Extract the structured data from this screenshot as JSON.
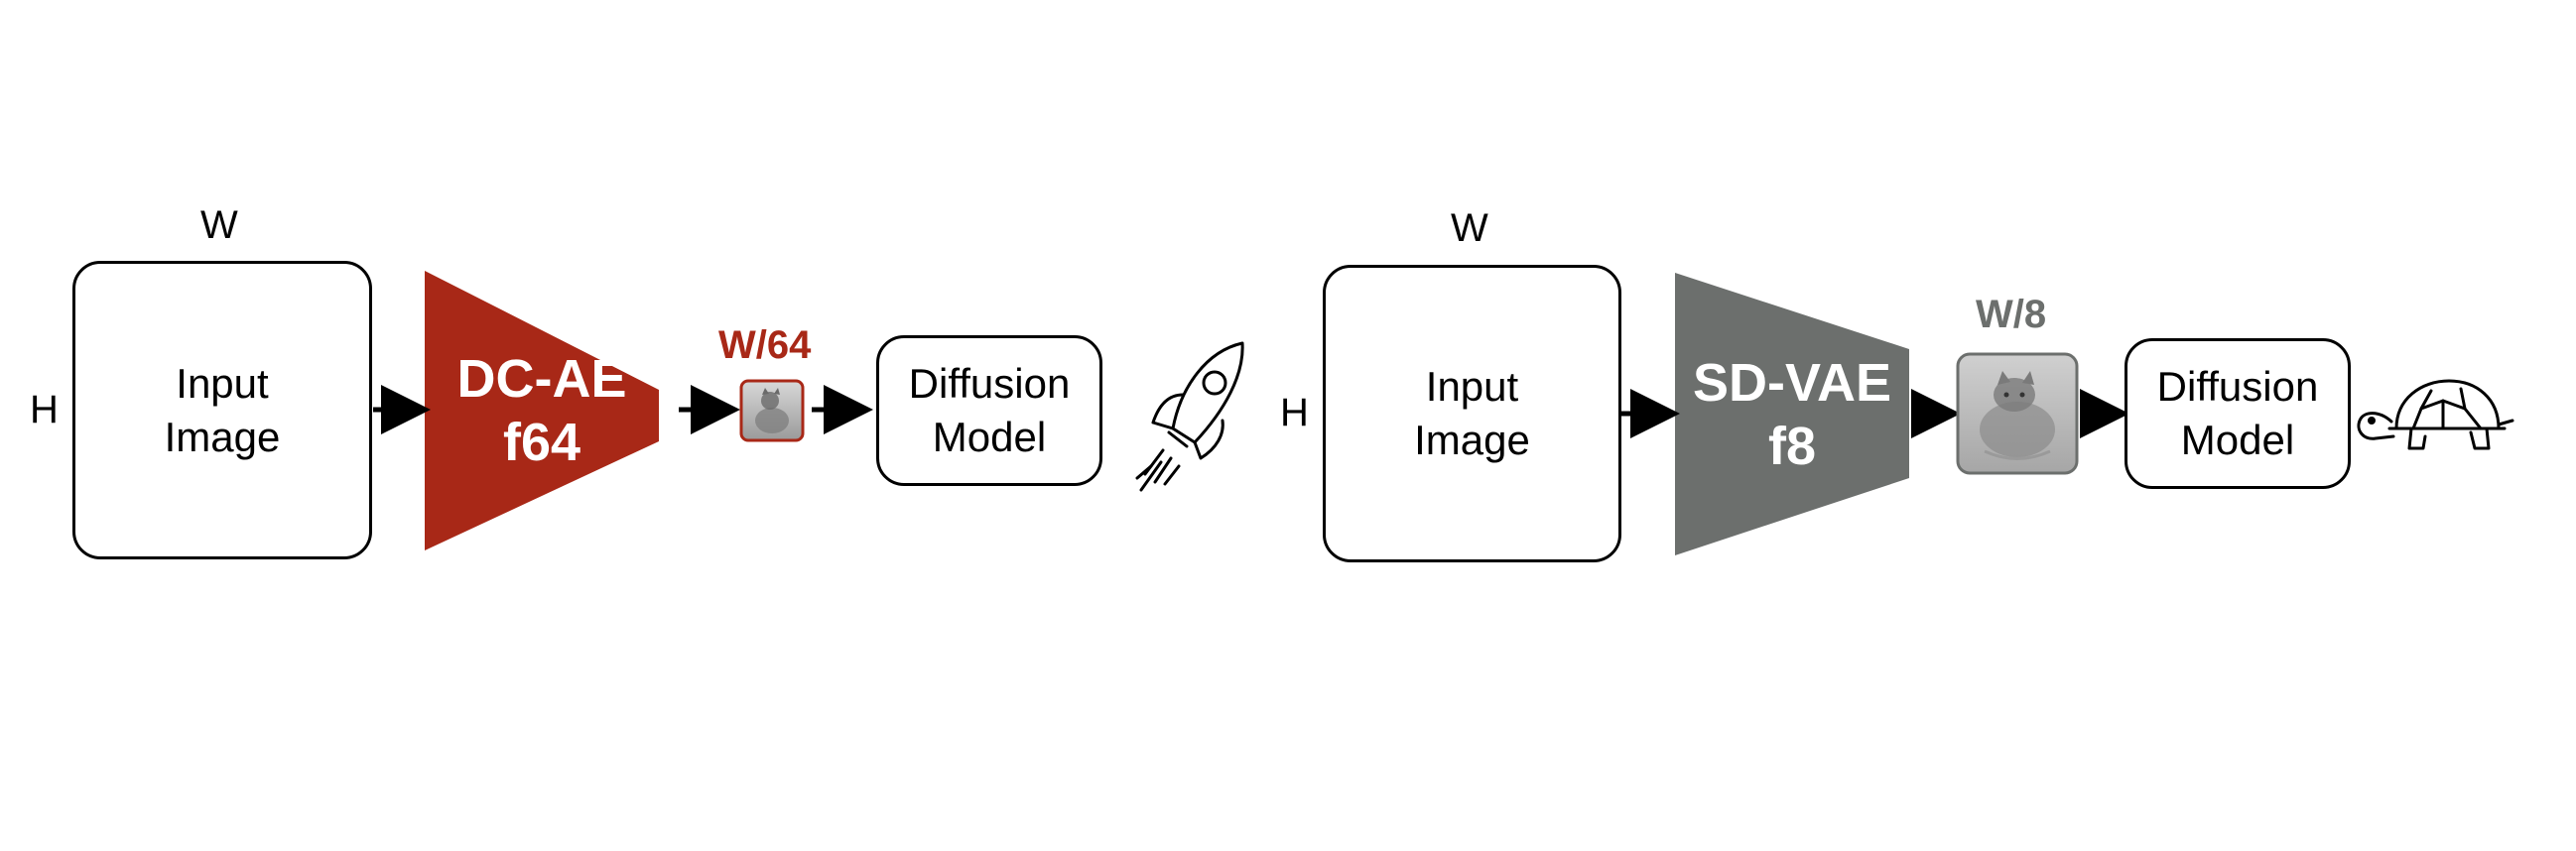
{
  "colors": {
    "dcae": "#a82817",
    "sdvae": "#6c6f6d",
    "line": "#000000",
    "thumb_bg": "#c8c8c8"
  },
  "left_pipeline": {
    "width_label": "W",
    "height_label": "H",
    "input_box": {
      "line1": "Input",
      "line2": "Image"
    },
    "encoder": {
      "line1": "DC-AE",
      "line2": "f64"
    },
    "latent_label": "W/64",
    "diffusion_box": {
      "line1": "Diffusion",
      "line2": "Model"
    },
    "speed_icon": "rocket-icon"
  },
  "right_pipeline": {
    "width_label": "W",
    "height_label": "H",
    "input_box": {
      "line1": "Input",
      "line2": "Image"
    },
    "encoder": {
      "line1": "SD-VAE",
      "line2": "f8"
    },
    "latent_label": "W/8",
    "diffusion_box": {
      "line1": "Diffusion",
      "line2": "Model"
    },
    "speed_icon": "turtle-icon"
  }
}
